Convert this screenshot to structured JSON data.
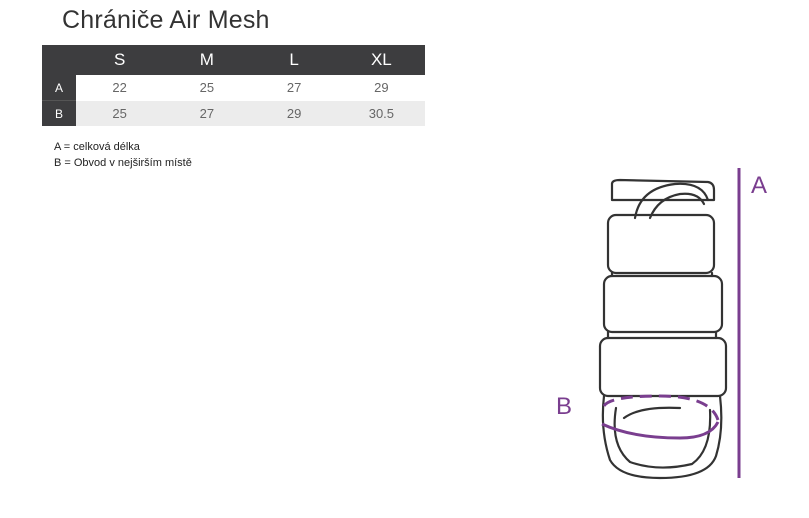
{
  "title": "Chrániče Air Mesh",
  "table": {
    "headers": [
      "S",
      "M",
      "L",
      "XL"
    ],
    "rows": [
      {
        "label": "A",
        "values": [
          "22",
          "25",
          "27",
          "29"
        ]
      },
      {
        "label": "B",
        "values": [
          "25",
          "27",
          "29",
          "30.5"
        ]
      }
    ]
  },
  "legend": {
    "a": "A = celková délka",
    "b": "B = Obvod v nejširším místě"
  },
  "diagram": {
    "label_a": "A",
    "label_b": "B",
    "accent_color": "#7a3e8f"
  }
}
